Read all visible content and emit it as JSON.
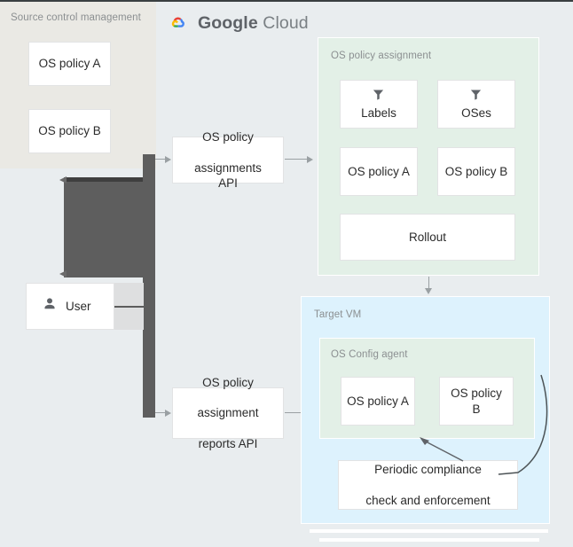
{
  "diagram": {
    "title": "OS policy assignment and compliance flow",
    "brand": {
      "name_bold": "Google",
      "name_light": "Cloud",
      "logo_icon": "google-cloud-logo-icon",
      "colors": {
        "red": "#EA4335",
        "yellow": "#FBBC04",
        "green": "#34A853",
        "blue": "#4285F4"
      }
    },
    "background": "#e9edef"
  },
  "scm": {
    "title": "Source control management",
    "background": "#eae9e4",
    "policies": [
      {
        "label": "OS policy A"
      },
      {
        "label": "OS policy B"
      }
    ]
  },
  "actor": {
    "label": "User",
    "icon": "person-icon"
  },
  "apis": {
    "assignments": {
      "line1": "OS policy",
      "line2": "assignments API"
    },
    "reports": {
      "line1": "OS policy",
      "line2": "assignment",
      "line3": "reports API"
    }
  },
  "assignment_panel": {
    "title": "OS policy assignment",
    "background": "#e3f0e7",
    "filters": [
      {
        "label": "Labels",
        "icon": "filter-icon"
      },
      {
        "label": "OSes",
        "icon": "filter-icon"
      }
    ],
    "policies": [
      {
        "label": "OS policy A"
      },
      {
        "label": "OS policy B"
      }
    ],
    "rollout": {
      "label": "Rollout"
    }
  },
  "target_vm": {
    "title": "Target VM",
    "background": "#ddf2fd",
    "agent": {
      "title": "OS Config agent",
      "background": "#e3f0e7",
      "policies": [
        {
          "label": "OS policy A"
        },
        {
          "label": "OS policy B"
        }
      ]
    },
    "periodic": {
      "line1": "Periodic compliance",
      "line2": "check and enforcement"
    }
  },
  "connectors": {
    "user_to_assignments_api": "arrow-right",
    "assignments_api_to_panel": "arrow-right",
    "assignment_panel_to_vm": "arrow-down",
    "user_to_reports_api": "arrow-right",
    "reports_api_to_vm": "arrow-right",
    "periodic_to_agent": "arrow-up-left",
    "agent_to_periodic": "curved-arrow",
    "color": "#9aa0a3"
  }
}
